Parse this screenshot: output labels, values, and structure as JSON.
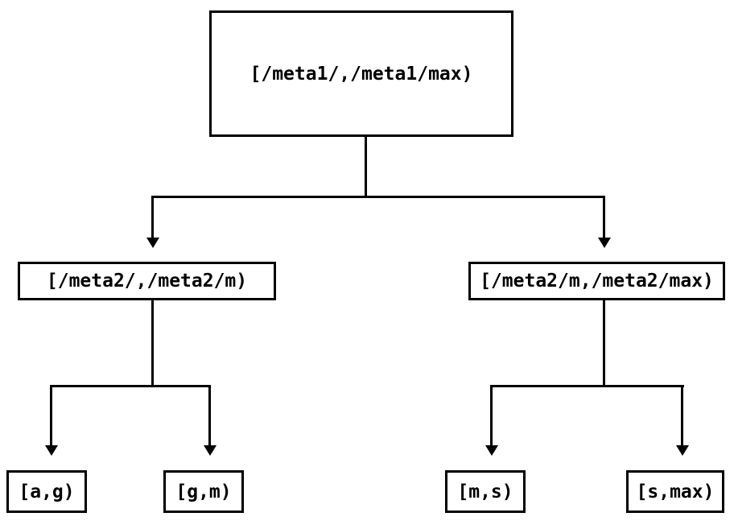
{
  "diagram": {
    "type": "binary-range-partition-tree",
    "colors": {
      "background": "#ffffff",
      "line": "#000000",
      "text": "#000000"
    },
    "nodes": {
      "root": {
        "label": "[/meta1/,/meta1/max)"
      },
      "left": {
        "label": "[/meta2/,/meta2/m)"
      },
      "right": {
        "label": "[/meta2/m,/meta2/max)"
      },
      "leaf_ag": {
        "label": "[a,g)"
      },
      "leaf_gm": {
        "label": "[g,m)"
      },
      "leaf_ms": {
        "label": "[m,s)"
      },
      "leaf_smax": {
        "label": "[s,max)"
      }
    },
    "edges": [
      {
        "from": "root",
        "to": "left"
      },
      {
        "from": "root",
        "to": "right"
      },
      {
        "from": "left",
        "to": "leaf_ag"
      },
      {
        "from": "left",
        "to": "leaf_gm"
      },
      {
        "from": "right",
        "to": "leaf_ms"
      },
      {
        "from": "right",
        "to": "leaf_smax"
      }
    ]
  }
}
